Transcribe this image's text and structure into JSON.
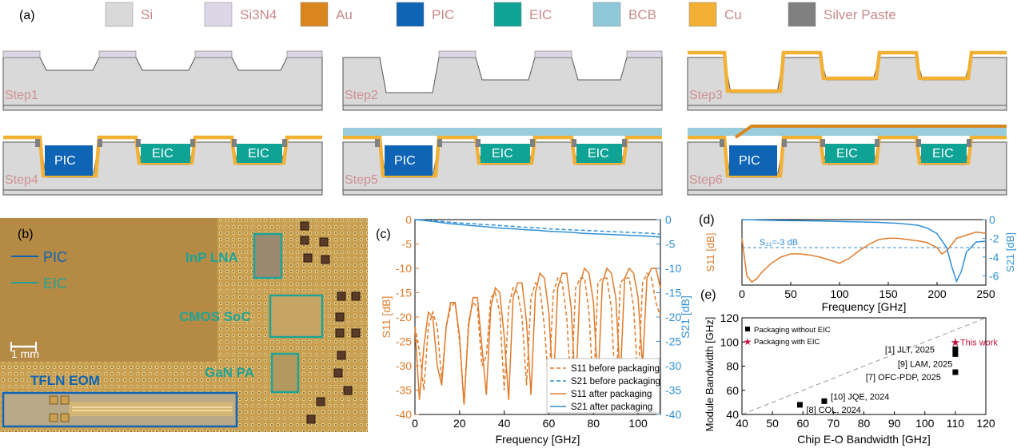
{
  "panel_labels": {
    "a": "(a)",
    "b": "(b)",
    "c": "(c)",
    "d": "(d)",
    "e": "(e)"
  },
  "legend": [
    {
      "label": "Si",
      "color": "#d9d9d9"
    },
    {
      "label": "Si3N4",
      "color": "#dcd6e6"
    },
    {
      "label": "Au",
      "color": "#d9861f"
    },
    {
      "label": "PIC",
      "color": "#0f64b5"
    },
    {
      "label": "EIC",
      "color": "#0fa396"
    },
    {
      "label": "BCB",
      "color": "#8fc8d8"
    },
    {
      "label": "Cu",
      "color": "#f2b035"
    },
    {
      "label": "Silver Paste",
      "color": "#808080"
    }
  ],
  "steps": [
    "Step1",
    "Step2",
    "Step3",
    "Step4",
    "Step5",
    "Step6"
  ],
  "chip_labels": {
    "pic": "PIC",
    "eic": "EIC"
  },
  "photo": {
    "pic_legend": "PIC",
    "eic_legend": "EIC",
    "scale": "1 mm",
    "inp": "InP LNA",
    "cmos": "CMOS SoC",
    "gan": "GaN PA",
    "tfln": "TFLN EOM"
  },
  "chart_data": [
    {
      "type": "line",
      "panel": "c",
      "xlabel": "Frequency [GHz]",
      "ylabel_left": "S11 [dB]",
      "ylabel_right": "S21 [dB]",
      "xlim": [
        0,
        110
      ],
      "ylim_left": [
        -40,
        0
      ],
      "ylim_right": [
        -40,
        0
      ],
      "xticks": [
        0,
        20,
        40,
        60,
        80,
        100
      ],
      "yticks_left": [
        0,
        -5,
        -10,
        -15,
        -20,
        -25,
        -30,
        -35,
        -40
      ],
      "yticks_right": [
        0,
        -5,
        -10,
        -15,
        -20,
        -25,
        -30,
        -35,
        -40
      ],
      "series": [
        {
          "name": "S11 before packaging",
          "axis": "left",
          "style": "dashed",
          "color": "#e07b2a",
          "x": [
            0,
            2,
            4,
            6,
            8,
            10,
            12,
            14,
            16,
            18,
            20,
            22,
            24,
            26,
            28,
            30,
            32,
            34,
            36,
            38,
            40,
            42,
            44,
            46,
            48,
            50,
            52,
            54,
            56,
            58,
            60,
            62,
            64,
            66,
            68,
            70,
            72,
            74,
            76,
            78,
            80,
            82,
            84,
            86,
            88,
            90,
            92,
            94,
            96,
            98,
            100,
            102,
            104,
            106,
            108,
            110
          ],
          "y": [
            -22,
            -27,
            -35,
            -22,
            -19,
            -22,
            -33,
            -22,
            -18,
            -17,
            -25,
            -38,
            -21,
            -17,
            -18,
            -30,
            -28,
            -16,
            -15,
            -19,
            -35,
            -18,
            -14,
            -15,
            -20,
            -34,
            -16,
            -13,
            -14,
            -22,
            -34,
            -15,
            -12,
            -13,
            -20,
            -35,
            -14,
            -12,
            -12,
            -19,
            -36,
            -13,
            -12,
            -12,
            -18,
            -37,
            -13,
            -12,
            -12,
            -18,
            -34,
            -13,
            -11,
            -12,
            -17,
            -20
          ]
        },
        {
          "name": "S21 before packaging",
          "axis": "right",
          "style": "dashed",
          "color": "#2f8fd6",
          "x": [
            0,
            5,
            10,
            15,
            20,
            25,
            30,
            35,
            40,
            45,
            50,
            55,
            60,
            65,
            70,
            75,
            80,
            85,
            90,
            95,
            100,
            105,
            110
          ],
          "y": [
            0,
            -0.1,
            -0.3,
            -0.5,
            -0.7,
            -0.8,
            -1.0,
            -1.1,
            -1.3,
            -1.4,
            -1.6,
            -1.7,
            -1.9,
            -2.0,
            -2.1,
            -2.2,
            -2.3,
            -2.4,
            -2.5,
            -2.6,
            -2.7,
            -2.8,
            -3.0
          ]
        },
        {
          "name": "S11 after packaging",
          "axis": "left",
          "style": "solid",
          "color": "#e07b2a",
          "x": [
            0,
            2,
            4,
            6,
            8,
            10,
            12,
            14,
            16,
            18,
            20,
            22,
            24,
            26,
            28,
            30,
            32,
            34,
            36,
            38,
            40,
            42,
            44,
            46,
            48,
            50,
            52,
            54,
            56,
            58,
            60,
            62,
            64,
            66,
            68,
            70,
            72,
            74,
            76,
            78,
            80,
            82,
            84,
            86,
            88,
            90,
            92,
            94,
            96,
            98,
            100,
            102,
            104,
            106,
            108,
            110
          ],
          "y": [
            -22,
            -37,
            -26,
            -19,
            -20,
            -30,
            -34,
            -22,
            -17,
            -17,
            -24,
            -38,
            -22,
            -16,
            -16,
            -26,
            -36,
            -18,
            -14,
            -15,
            -24,
            -37,
            -16,
            -13,
            -13,
            -21,
            -36,
            -15,
            -11,
            -12,
            -19,
            -35,
            -14,
            -11,
            -11,
            -18,
            -36,
            -13,
            -10,
            -11,
            -17,
            -34,
            -13,
            -10,
            -11,
            -16,
            -33,
            -12,
            -10,
            -11,
            -16,
            -30,
            -12,
            -10,
            -10,
            -14
          ]
        },
        {
          "name": "S21 after packaging",
          "axis": "right",
          "style": "solid",
          "color": "#2f8fd6",
          "x": [
            0,
            5,
            10,
            15,
            20,
            25,
            30,
            35,
            40,
            45,
            50,
            55,
            60,
            65,
            70,
            75,
            80,
            85,
            90,
            95,
            100,
            105,
            110
          ],
          "y": [
            0,
            -0.2,
            -0.5,
            -0.8,
            -1.0,
            -1.2,
            -1.4,
            -1.6,
            -1.8,
            -1.9,
            -2.1,
            -2.2,
            -2.4,
            -2.5,
            -2.6,
            -2.8,
            -2.9,
            -3.0,
            -3.1,
            -3.2,
            -3.3,
            -3.4,
            -3.6
          ]
        }
      ],
      "legend_entries": [
        "S11 before packaging",
        "S21 before packaging",
        "S11 after packaging",
        "S21 after packaging"
      ]
    },
    {
      "type": "line",
      "panel": "d",
      "xlabel": "Frequency [GHz]",
      "ylabel_left": "S11 [dB]",
      "ylabel_right": "S21 [dB]",
      "xlim": [
        0,
        250
      ],
      "xticks": [
        0,
        50,
        100,
        150,
        200,
        250
      ],
      "yticks_right": [
        0,
        -2,
        -4,
        -6
      ],
      "annotation": "S₂₁=-3 dB",
      "series": [
        {
          "name": "S11",
          "axis": "left",
          "color": "#e07b2a",
          "x": [
            0,
            5,
            10,
            15,
            20,
            30,
            40,
            50,
            60,
            70,
            80,
            90,
            100,
            110,
            120,
            130,
            140,
            150,
            160,
            170,
            180,
            190,
            200,
            205,
            210,
            220,
            230,
            240,
            250
          ],
          "y": [
            -0.3,
            -0.9,
            -1.0,
            -0.95,
            -0.85,
            -0.7,
            -0.6,
            -0.55,
            -0.55,
            -0.57,
            -0.6,
            -0.65,
            -0.7,
            -0.62,
            -0.5,
            -0.4,
            -0.32,
            -0.3,
            -0.3,
            -0.32,
            -0.34,
            -0.37,
            -0.45,
            -0.55,
            -0.5,
            -0.3,
            -0.25,
            -0.2,
            -0.22
          ]
        },
        {
          "name": "S21",
          "axis": "right",
          "color": "#2f8fd6",
          "x": [
            0,
            20,
            40,
            60,
            80,
            100,
            120,
            140,
            160,
            180,
            190,
            200,
            210,
            215,
            220,
            225,
            230,
            240,
            250
          ],
          "y": [
            0,
            -0.05,
            -0.1,
            -0.12,
            -0.15,
            -0.2,
            -0.25,
            -0.3,
            -0.4,
            -0.6,
            -0.9,
            -1.5,
            -3.0,
            -5.0,
            -6.6,
            -5.5,
            -3.5,
            -2.4,
            -2.3
          ]
        }
      ]
    },
    {
      "type": "scatter",
      "panel": "e",
      "xlabel": "Chip E-O Bandwidth [GHz]",
      "ylabel": "Module Bandwidth [GHz]",
      "xlim": [
        40,
        120
      ],
      "ylim": [
        40,
        120
      ],
      "xticks": [
        40,
        50,
        60,
        70,
        80,
        90,
        100,
        110,
        120
      ],
      "yticks": [
        40,
        60,
        80,
        100,
        120
      ],
      "legend": [
        "Packaging without EIC",
        "Packaging with EIC"
      ],
      "points": [
        {
          "x": 110,
          "y": 94,
          "label": "[1] JLT, 2025",
          "marker": "square"
        },
        {
          "x": 110,
          "y": 90,
          "label": "[9] LAM, 2025",
          "marker": "square"
        },
        {
          "x": 110,
          "y": 75,
          "label": "[7] OFC-PDP, 2025",
          "marker": "square"
        },
        {
          "x": 67,
          "y": 51,
          "label": "[10] JQE, 2024",
          "marker": "square"
        },
        {
          "x": 59,
          "y": 48,
          "label": "[8] COL, 2024",
          "marker": "square"
        },
        {
          "x": 110,
          "y": 100,
          "label": "This work",
          "marker": "star"
        }
      ]
    }
  ]
}
